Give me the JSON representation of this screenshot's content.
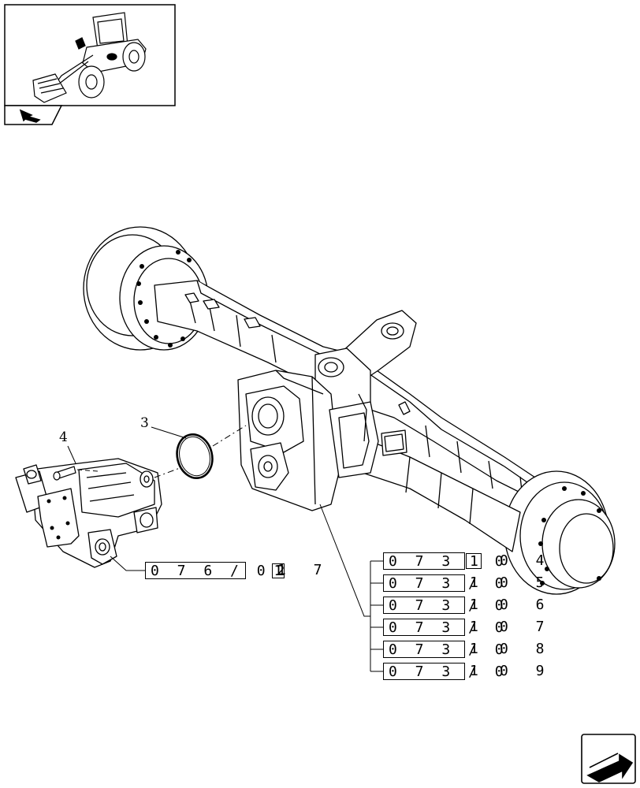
{
  "callouts": {
    "item3": "3",
    "item4": "4"
  },
  "motor_ref": {
    "prefix": "0 7 6 / 0",
    "box_digit": "1",
    "box_digit_overlay": "2",
    "suffix": "1 7"
  },
  "axle_refs": [
    {
      "prefix": "0 7 3 / 0",
      "digit": "1",
      "boxed": true,
      "suffix": "0 4"
    },
    {
      "prefix": "0 7 3 / 0",
      "digit": "1",
      "boxed": false,
      "suffix": "0 5"
    },
    {
      "prefix": "0 7 3 / 0",
      "digit": "1",
      "boxed": false,
      "suffix": "0 6"
    },
    {
      "prefix": "0 7 3 / 0",
      "digit": "1",
      "boxed": false,
      "suffix": "0 7"
    },
    {
      "prefix": "0 7 3 / 0",
      "digit": "1",
      "boxed": false,
      "suffix": "0 8"
    },
    {
      "prefix": "0 7 3 / 0",
      "digit": "1",
      "boxed": false,
      "suffix": "0 9"
    }
  ],
  "icons": {
    "thumbnail": "wheel-loader-thumbnail-icon",
    "prev_page": "back-arrow-icon",
    "next_page": "forward-arrow-icon"
  }
}
